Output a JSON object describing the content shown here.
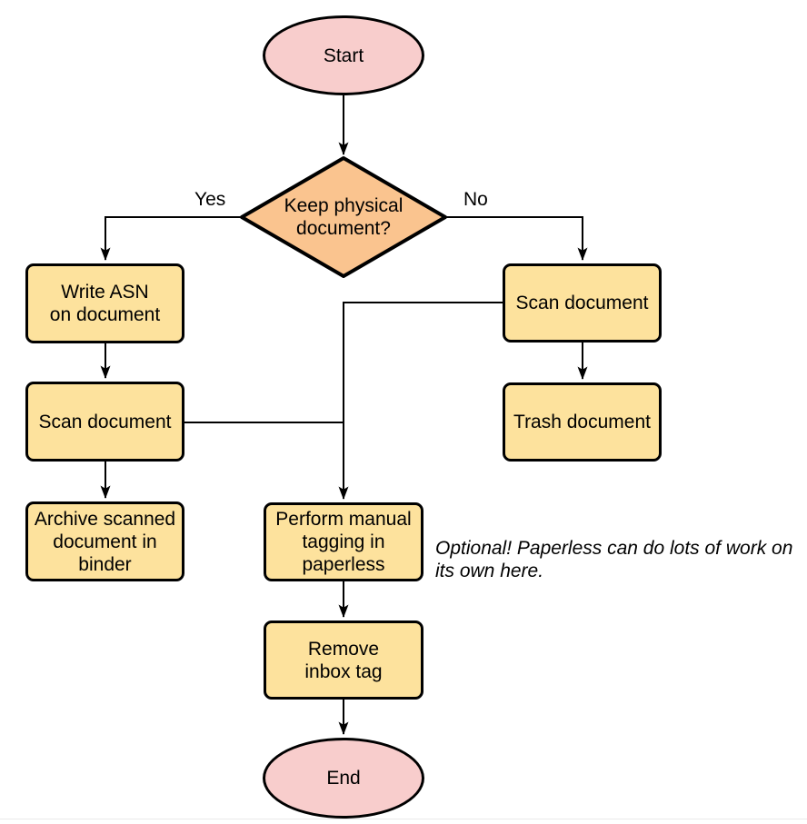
{
  "colors": {
    "background": "#ffffff",
    "stroke": "#000000",
    "edge": "#000000",
    "terminator_fill": "#F8CDCC",
    "decision_fill": "#FAC48F",
    "process_fill": "#FDE29D",
    "bottom_rule": "#eaeaea"
  },
  "flowchart": {
    "nodes": {
      "start": {
        "label": "Start"
      },
      "decision": {
        "label": [
          "Keep physical",
          "document?"
        ]
      },
      "write_asn": {
        "label": [
          "Write ASN",
          "on document"
        ]
      },
      "scan_keep": {
        "label": "Scan document"
      },
      "archive": {
        "label": [
          "Archive scanned",
          "document in",
          "binder"
        ]
      },
      "scan_discard": {
        "label": "Scan document"
      },
      "trash": {
        "label": "Trash document"
      },
      "manual_tagging": {
        "label": [
          "Perform manual",
          "tagging in",
          "paperless"
        ]
      },
      "remove_inbox": {
        "label": [
          "Remove",
          "inbox tag"
        ]
      },
      "end": {
        "label": "End"
      }
    },
    "edge_labels": {
      "yes": "Yes",
      "no": "No"
    },
    "annotation": [
      "Optional! Paperless can do lots of work on",
      "its own here."
    ]
  }
}
